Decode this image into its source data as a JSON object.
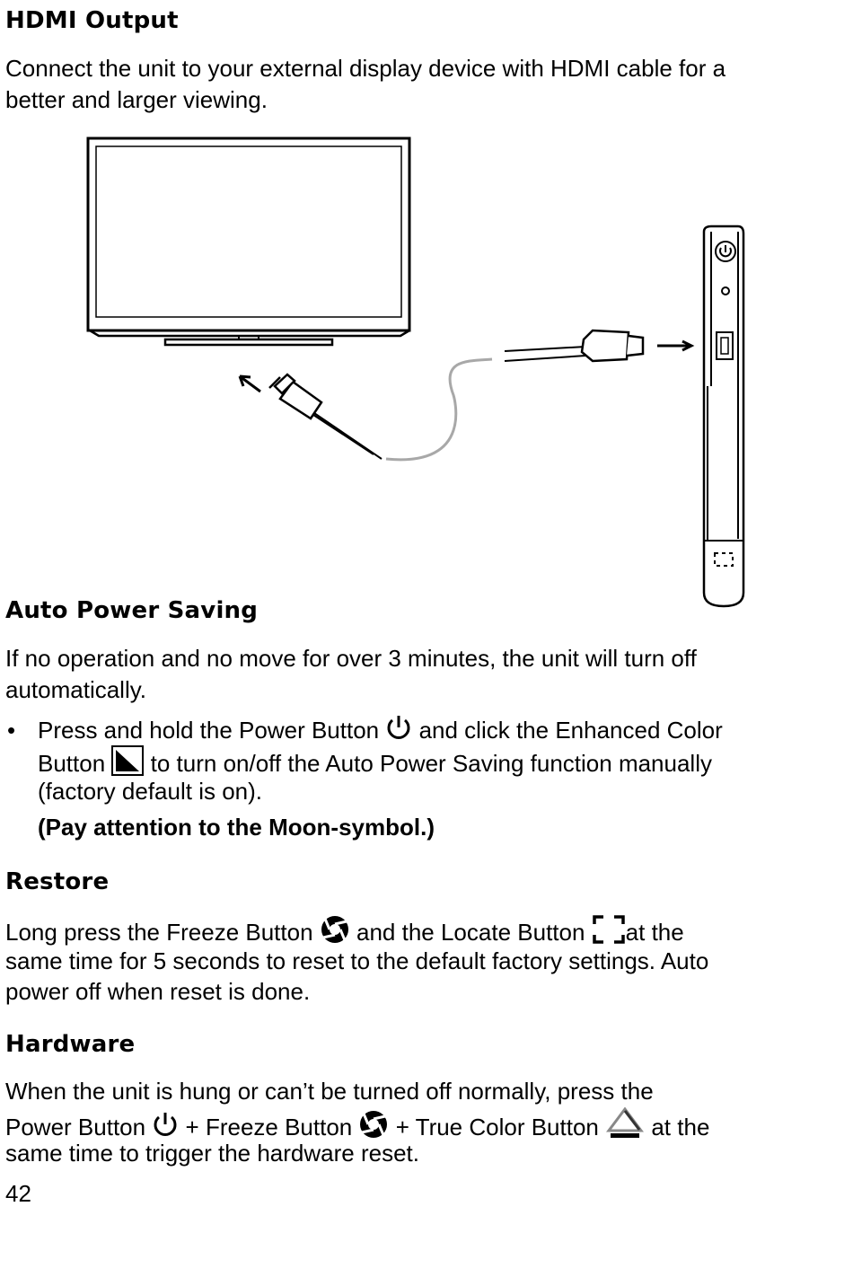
{
  "sections": {
    "hdmi": {
      "heading": "HDMI Output",
      "body": [
        "Connect the unit to your external display device with HDMI cable for a",
        "better and larger viewing."
      ]
    },
    "aps": {
      "heading": "Auto Power Saving",
      "body": [
        "If no operation and no move for over 3 minutes, the unit will turn off",
        "automatically."
      ],
      "bullet": {
        "l1a": "Press and hold the Power Button ",
        "l1b": " and click the Enhanced Color",
        "l2a": "Button ",
        "l2b": " to turn on/off the Auto Power Saving function manually",
        "l3": "(factory default is on)."
      },
      "note": "(Pay attention to the Moon-symbol.)"
    },
    "restore": {
      "heading": "Restore",
      "l1a": "Long press the Freeze Button ",
      "l1b": " and the Locate Button ",
      "l1c": "at the",
      "l2": "same time for 5 seconds to reset to the default factory settings. Auto",
      "l3": "power off when reset is done."
    },
    "hardware": {
      "heading": "Hardware",
      "l1": "When the unit is hung or can’t be turned off normally, press the",
      "l2a": "Power Button ",
      "l2b": " + Freeze Button ",
      "l2c": " + True Color Button ",
      "l2d": " at the",
      "l3": "same time to trigger the hardware reset."
    }
  },
  "page_number": "42",
  "icons": [
    "power-icon",
    "enhanced-color-icon",
    "freeze-icon",
    "locate-icon",
    "true-color-icon"
  ]
}
